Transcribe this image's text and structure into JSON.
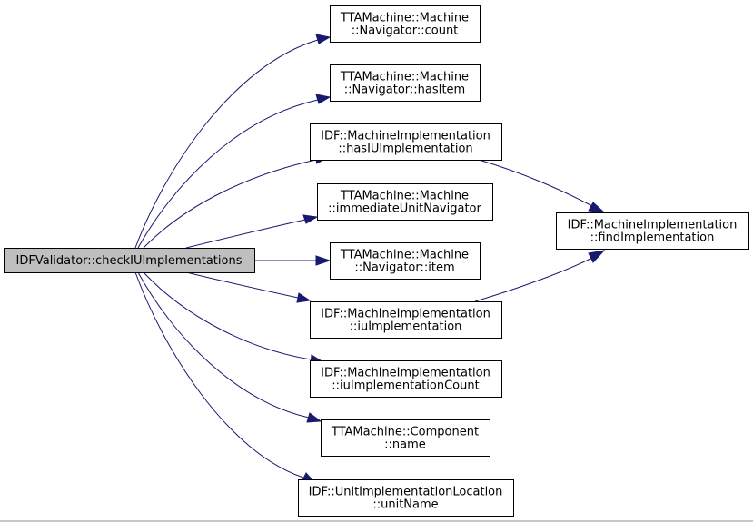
{
  "diagram": {
    "colors": {
      "edge": "#191970",
      "root_fill": "#bfbfbf",
      "node_fill": "#ffffff",
      "border": "#000000"
    },
    "root": {
      "id": "root",
      "lines": [
        "IDFValidator::checkIUImplementations"
      ]
    },
    "nodes": [
      {
        "id": "count",
        "lines": [
          "TTAMachine::Machine",
          "::Navigator::count"
        ]
      },
      {
        "id": "hasItem",
        "lines": [
          "TTAMachine::Machine",
          "::Navigator::hasItem"
        ]
      },
      {
        "id": "hasIU",
        "lines": [
          "IDF::MachineImplementation",
          "::hasIUImplementation"
        ]
      },
      {
        "id": "immediate",
        "lines": [
          "TTAMachine::Machine",
          "::immediateUnitNavigator"
        ]
      },
      {
        "id": "item",
        "lines": [
          "TTAMachine::Machine",
          "::Navigator::item"
        ]
      },
      {
        "id": "iuImpl",
        "lines": [
          "IDF::MachineImplementation",
          "::iuImplementation"
        ]
      },
      {
        "id": "iuCount",
        "lines": [
          "IDF::MachineImplementation",
          "::iuImplementationCount"
        ]
      },
      {
        "id": "name",
        "lines": [
          "TTAMachine::Component",
          "::name"
        ]
      },
      {
        "id": "unitName",
        "lines": [
          "IDF::UnitImplementationLocation",
          "::unitName"
        ]
      },
      {
        "id": "findImpl",
        "lines": [
          "IDF::MachineImplementation",
          "::findImplementation"
        ]
      }
    ],
    "edges": [
      {
        "from": "root",
        "to": "count"
      },
      {
        "from": "root",
        "to": "hasItem"
      },
      {
        "from": "root",
        "to": "hasIU"
      },
      {
        "from": "root",
        "to": "immediate"
      },
      {
        "from": "root",
        "to": "item"
      },
      {
        "from": "root",
        "to": "iuImpl"
      },
      {
        "from": "root",
        "to": "iuCount"
      },
      {
        "from": "root",
        "to": "name"
      },
      {
        "from": "root",
        "to": "unitName"
      },
      {
        "from": "hasIU",
        "to": "findImpl"
      },
      {
        "from": "iuImpl",
        "to": "findImpl"
      }
    ]
  }
}
